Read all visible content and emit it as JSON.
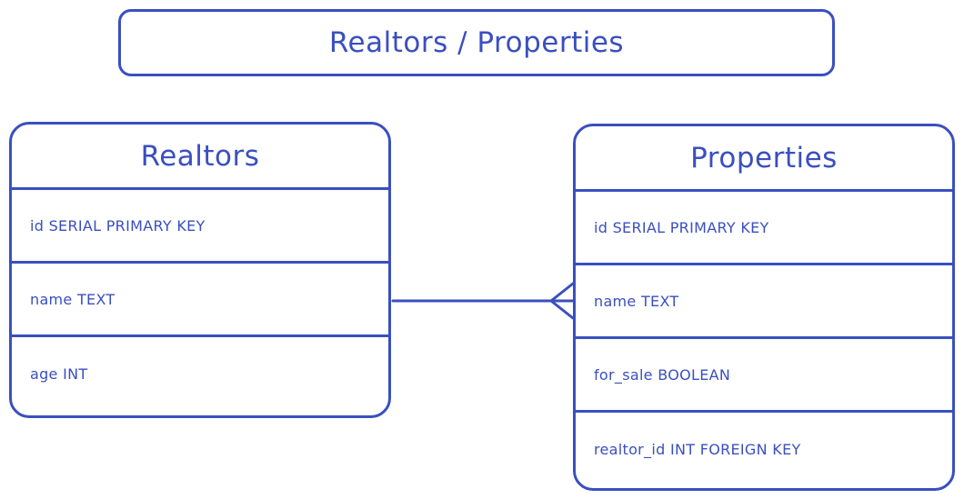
{
  "title": "Realtors / Properties",
  "colors": {
    "stroke": "#3a4fc0",
    "background": "#ffffff"
  },
  "entities": {
    "realtors": {
      "name": "Realtors",
      "fields": [
        "id SERIAL PRIMARY KEY",
        "name TEXT",
        "age INT"
      ]
    },
    "properties": {
      "name": "Properties",
      "fields": [
        "id SERIAL PRIMARY KEY",
        "name TEXT",
        "for_sale BOOLEAN",
        "realtor_id INT FOREIGN KEY"
      ]
    }
  },
  "relationship": {
    "from": "Realtors",
    "to": "Properties",
    "cardinality": "one-to-many"
  }
}
